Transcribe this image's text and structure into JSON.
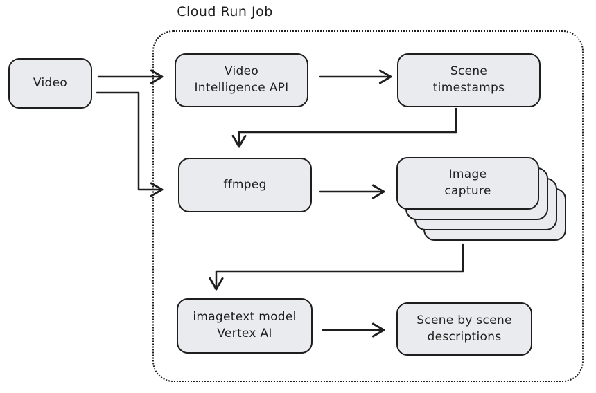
{
  "diagram": {
    "title": "Cloud Run Job",
    "colors": {
      "stroke": "#1e1e1e",
      "node_fill": "#e9ebee",
      "background": "#ffffff"
    },
    "group": {
      "label": "Cloud Run Job",
      "style": "dotted-rounded-rectangle"
    },
    "nodes": [
      {
        "id": "video",
        "label": "Video",
        "inside_group": false
      },
      {
        "id": "video-intelligence-api",
        "label": "Video\nIntelligence API",
        "inside_group": true
      },
      {
        "id": "scene-timestamps",
        "label": "Scene\ntimestamps",
        "inside_group": true
      },
      {
        "id": "ffmpeg",
        "label": "ffmpeg",
        "inside_group": true
      },
      {
        "id": "image-capture",
        "label": "Image\ncapture",
        "inside_group": true,
        "stacked_cards": 4
      },
      {
        "id": "imagetext-vertex-ai",
        "label": "imagetext model\nVertex AI",
        "inside_group": true
      },
      {
        "id": "scene-descriptions",
        "label": "Scene by scene\ndescriptions",
        "inside_group": true
      }
    ],
    "edges": [
      {
        "from": "video",
        "to": "video-intelligence-api"
      },
      {
        "from": "video",
        "to": "ffmpeg"
      },
      {
        "from": "video-intelligence-api",
        "to": "scene-timestamps"
      },
      {
        "from": "scene-timestamps",
        "to": "ffmpeg"
      },
      {
        "from": "ffmpeg",
        "to": "image-capture"
      },
      {
        "from": "image-capture",
        "to": "imagetext-vertex-ai"
      },
      {
        "from": "imagetext-vertex-ai",
        "to": "scene-descriptions"
      }
    ]
  }
}
